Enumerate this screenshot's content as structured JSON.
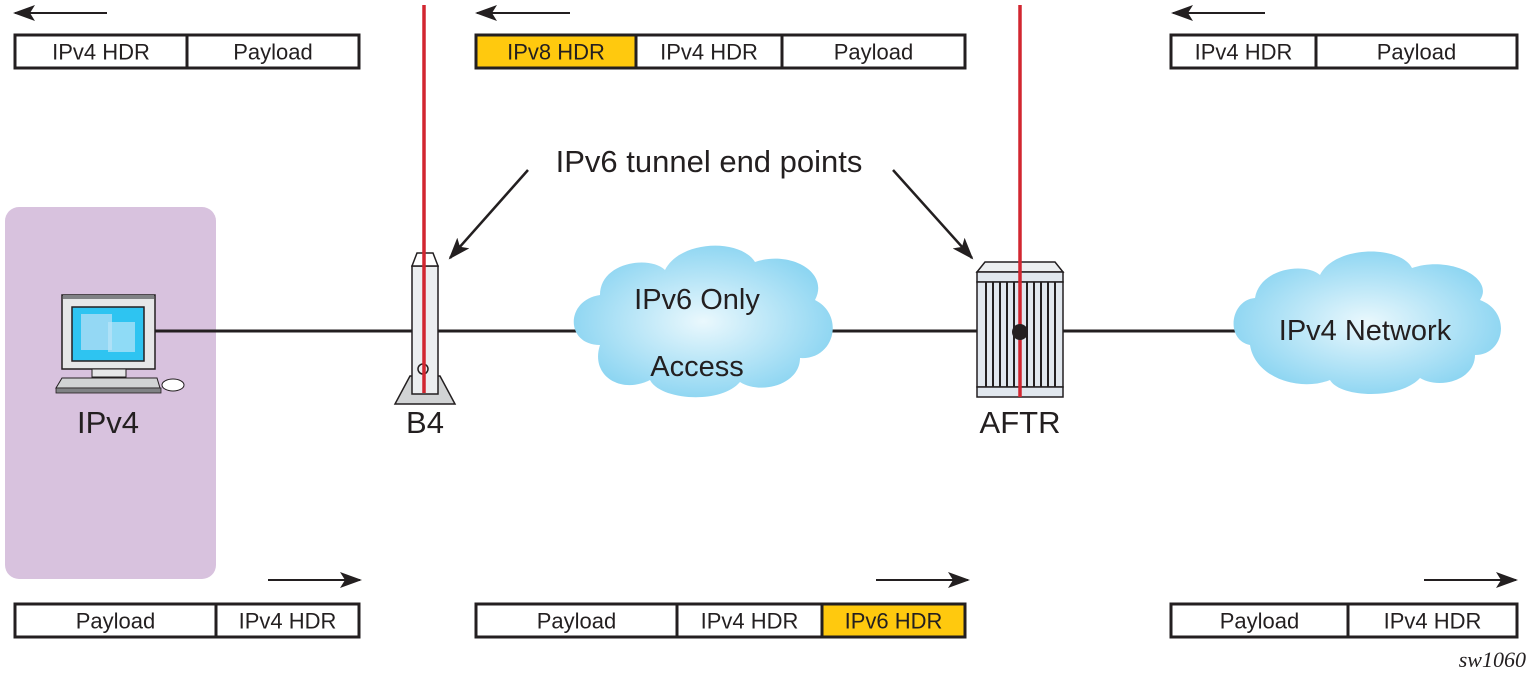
{
  "diagram": {
    "title_annotation": "IPv6 tunnel end points",
    "figure_id": "sw1060",
    "colors": {
      "highlight_header": "#ffc90e",
      "tunnel_line": "#d22630",
      "client_zone": "#d8c2de",
      "cloud": "#7fd0f0",
      "outline": "#231f20"
    },
    "nodes": {
      "client": {
        "label": "IPv4"
      },
      "b4": {
        "label": "B4"
      },
      "access_cloud": {
        "label_line1": "IPv6 Only",
        "label_line2": "Access"
      },
      "aftr": {
        "label": "AFTR"
      },
      "ipv4_cloud": {
        "label": "IPv4 Network"
      }
    },
    "packets_top": {
      "direction": "left",
      "left": [
        {
          "label": "IPv4 HDR",
          "highlight": false
        },
        {
          "label": "Payload",
          "highlight": false
        }
      ],
      "middle": [
        {
          "label": "IPv8 HDR",
          "highlight": true
        },
        {
          "label": "IPv4 HDR",
          "highlight": false
        },
        {
          "label": "Payload",
          "highlight": false
        }
      ],
      "right": [
        {
          "label": "IPv4 HDR",
          "highlight": false
        },
        {
          "label": "Payload",
          "highlight": false
        }
      ]
    },
    "packets_bottom": {
      "direction": "right",
      "left": [
        {
          "label": "Payload",
          "highlight": false
        },
        {
          "label": "IPv4 HDR",
          "highlight": false
        }
      ],
      "middle": [
        {
          "label": "Payload",
          "highlight": false
        },
        {
          "label": "IPv4 HDR",
          "highlight": false
        },
        {
          "label": "IPv6 HDR",
          "highlight": true
        }
      ],
      "right": [
        {
          "label": "Payload",
          "highlight": false
        },
        {
          "label": "IPv4 HDR",
          "highlight": false
        }
      ]
    }
  }
}
